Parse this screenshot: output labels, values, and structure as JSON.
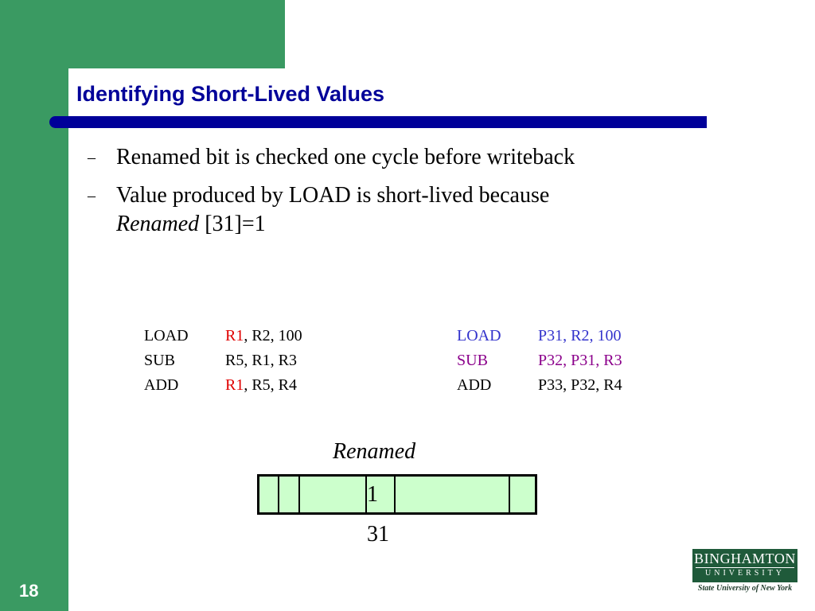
{
  "slide": {
    "title": "Identifying Short-Lived Values",
    "number": "18"
  },
  "bullets": [
    {
      "dash": "–",
      "text": "Renamed bit is checked one cycle before writeback"
    },
    {
      "dash": "–",
      "text_line1": "Value produced by LOAD is short-lived because",
      "italic": "Renamed",
      "text_line2": " [31]=1"
    }
  ],
  "code_original": [
    {
      "op": "LOAD",
      "reg": "R1",
      "rest": ", R2, 100"
    },
    {
      "op": "SUB",
      "args": "R5, R1, R3"
    },
    {
      "op": "ADD",
      "reg": "R1",
      "rest": ", R5, R4"
    }
  ],
  "code_renamed": [
    {
      "op": "LOAD",
      "args": "P31, R2, 100"
    },
    {
      "op": "SUB",
      "args": "P32, P31, R3"
    },
    {
      "op": "ADD",
      "args": "P33, P32, R4"
    }
  ],
  "bitvector": {
    "label": "Renamed",
    "set_bit": "1",
    "index": "31"
  },
  "logo": {
    "line1": "BINGHAMTON",
    "line2": "UNIVERSITY",
    "line3": "State University of New York"
  },
  "colors": {
    "frame_green": "#3a9a62",
    "title_blue": "#000099",
    "highlight_red": "#e00000",
    "renamed_blue": "#3333cc",
    "renamed_purple": "#8b008b",
    "bitvector_fill": "#ccffcc"
  }
}
